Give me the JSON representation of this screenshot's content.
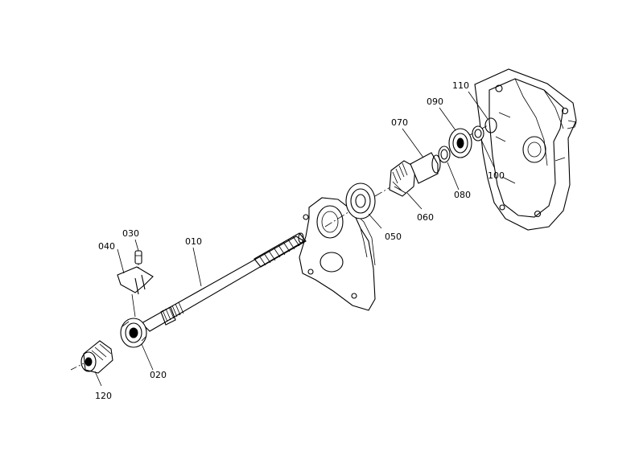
{
  "labels": {
    "p010": "010",
    "p020": "020",
    "p030": "030",
    "p040": "040",
    "p050": "050",
    "p060": "060",
    "p070": "070",
    "p080": "080",
    "p090": "090",
    "p100": "100",
    "p110": "110",
    "p120": "120"
  }
}
